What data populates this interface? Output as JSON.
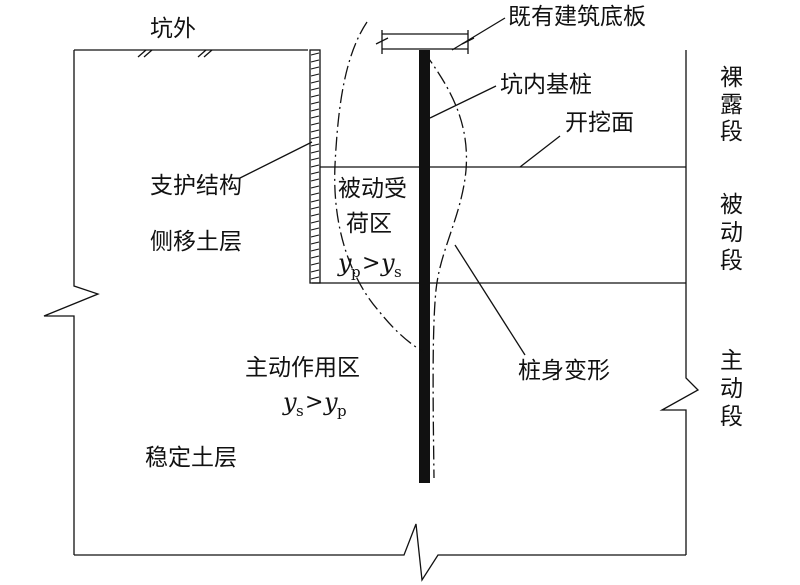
{
  "labels": {
    "outside_pit": "坑外",
    "existing_slab": "既有建筑底板",
    "pile_in_pit": "坑内基桩",
    "excavation_surface": "开挖面",
    "support_structure": "支护结构",
    "lateral_soil": "侧移土层",
    "passive_zone_line1": "被动受",
    "passive_zone_line2": "荷区",
    "pile_deformation": "桩身变形",
    "active_zone": "主动作用区",
    "stable_soil": "稳定土层"
  },
  "inequalities": {
    "passive": {
      "lhs": "y",
      "lhs_sub": "p",
      "op": ">",
      "rhs": "y",
      "rhs_sub": "s"
    },
    "active": {
      "lhs": "y",
      "lhs_sub": "s",
      "op": ">",
      "rhs": "y",
      "rhs_sub": "p"
    }
  },
  "segments": {
    "exposed": [
      "裸",
      "露",
      "段"
    ],
    "passive": [
      "被",
      "动",
      "段"
    ],
    "active": [
      "主",
      "动",
      "段"
    ]
  },
  "colors": {
    "ink": "#111111",
    "background": "#ffffff"
  }
}
